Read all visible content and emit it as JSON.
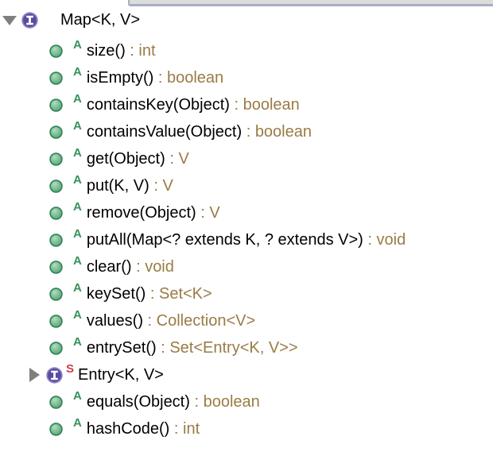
{
  "colors": {
    "background": "#ffffff",
    "interface_icon_rim": "#8e81c6",
    "interface_icon_fill": "#5a4b9f",
    "interface_icon_glyph": "#ffffff",
    "method_icon_light": "#b2dcc0",
    "method_icon_mid": "#79bb93",
    "method_icon_dark": "#4f9e72",
    "method_icon_border": "#348557",
    "abstract_adornment_color": "#35935a",
    "static_adornment_color": "#cf3e4a",
    "member_name_color": "#000000",
    "return_type_color": "#9a7b45",
    "expander_color": "#7f7f7f",
    "top_strip_fill": "#dcdcdc",
    "top_strip_border": "#a9aec5"
  },
  "icons": {
    "interface_badge_letter": "I",
    "expander_expanded": "triangle-down",
    "expander_collapsed": "triangle-right",
    "method_visibility": "green-ball-public-method",
    "abstract_adornment": "A",
    "static_adornment": "S"
  },
  "outline": {
    "separator": " : ",
    "rows": [
      {
        "kind": "interface",
        "expanded": true,
        "indent": 0,
        "adornments": [],
        "label": "Map<K, V>",
        "returns": ""
      },
      {
        "kind": "method",
        "adornments": [
          "A"
        ],
        "label": "size()",
        "returns": "int"
      },
      {
        "kind": "method",
        "adornments": [
          "A"
        ],
        "label": "isEmpty()",
        "returns": "boolean"
      },
      {
        "kind": "method",
        "adornments": [
          "A"
        ],
        "label": "containsKey(Object)",
        "returns": "boolean"
      },
      {
        "kind": "method",
        "adornments": [
          "A"
        ],
        "label": "containsValue(Object)",
        "returns": "boolean"
      },
      {
        "kind": "method",
        "adornments": [
          "A"
        ],
        "label": "get(Object)",
        "returns": "V"
      },
      {
        "kind": "method",
        "adornments": [
          "A"
        ],
        "label": "put(K, V)",
        "returns": "V"
      },
      {
        "kind": "method",
        "adornments": [
          "A"
        ],
        "label": "remove(Object)",
        "returns": "V"
      },
      {
        "kind": "method",
        "adornments": [
          "A"
        ],
        "label": "putAll(Map<? extends K, ? extends V>)",
        "returns": "void"
      },
      {
        "kind": "method",
        "adornments": [
          "A"
        ],
        "label": "clear()",
        "returns": "void"
      },
      {
        "kind": "method",
        "adornments": [
          "A"
        ],
        "label": "keySet()",
        "returns": "Set<K>"
      },
      {
        "kind": "method",
        "adornments": [
          "A"
        ],
        "label": "values()",
        "returns": "Collection<V>"
      },
      {
        "kind": "method",
        "adornments": [
          "A"
        ],
        "label": "entrySet()",
        "returns": "Set<Entry<K, V>>"
      },
      {
        "kind": "interface",
        "expanded": false,
        "indent": 1,
        "adornments": [
          "S"
        ],
        "label": "Entry<K, V>",
        "returns": ""
      },
      {
        "kind": "method",
        "adornments": [
          "A"
        ],
        "label": "equals(Object)",
        "returns": "boolean"
      },
      {
        "kind": "method",
        "adornments": [
          "A"
        ],
        "label": "hashCode()",
        "returns": "int"
      }
    ]
  }
}
